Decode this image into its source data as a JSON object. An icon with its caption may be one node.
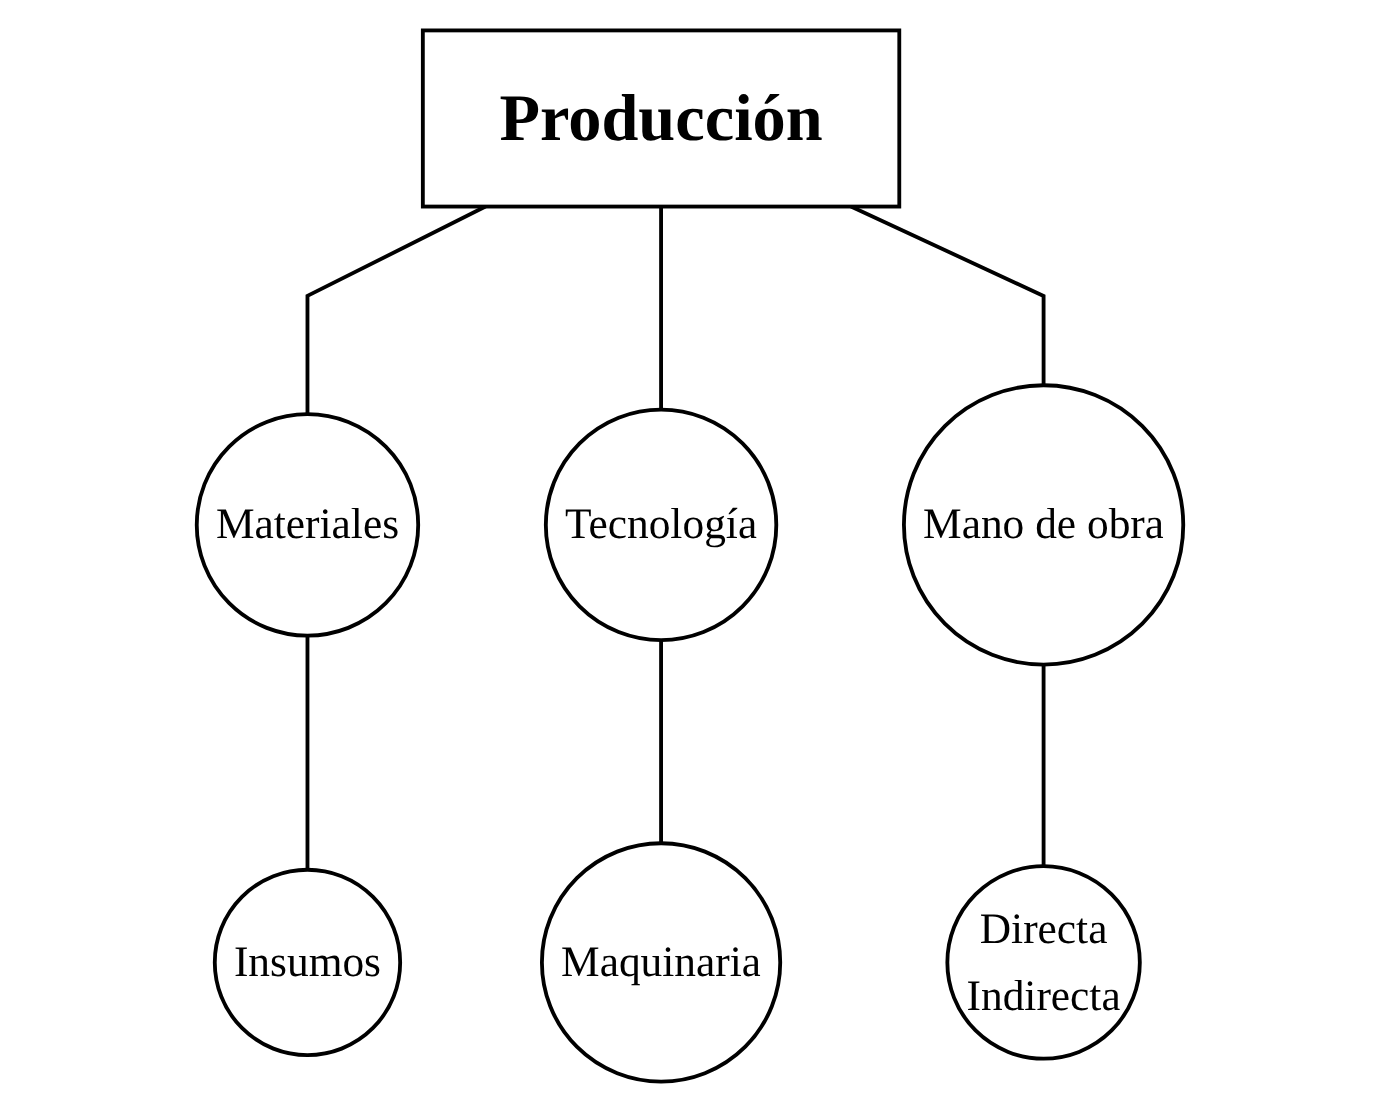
{
  "diagram": {
    "nodes": [
      {
        "text": [
          "Producción"
        ]
      },
      {
        "text": [
          "Materiales"
        ]
      },
      {
        "text": [
          "Tecnología"
        ]
      },
      {
        "text": [
          "Mano de obra"
        ]
      },
      {
        "text": [
          "Insumos"
        ]
      },
      {
        "text": [
          "Maquinaria"
        ]
      },
      {
        "text": [
          "Directa",
          "Indirecta"
        ]
      }
    ],
    "edges": [
      {
        "from": 0,
        "to": 1,
        "arrow": "none"
      },
      {
        "from": 0,
        "to": 2,
        "arrow": "none"
      },
      {
        "from": 0,
        "to": 3,
        "arrow": "none"
      },
      {
        "from": 1,
        "to": 4,
        "arrow": "none"
      },
      {
        "from": 2,
        "to": 5,
        "arrow": "none"
      },
      {
        "from": 3,
        "to": 6,
        "arrow": "none"
      }
    ]
  }
}
